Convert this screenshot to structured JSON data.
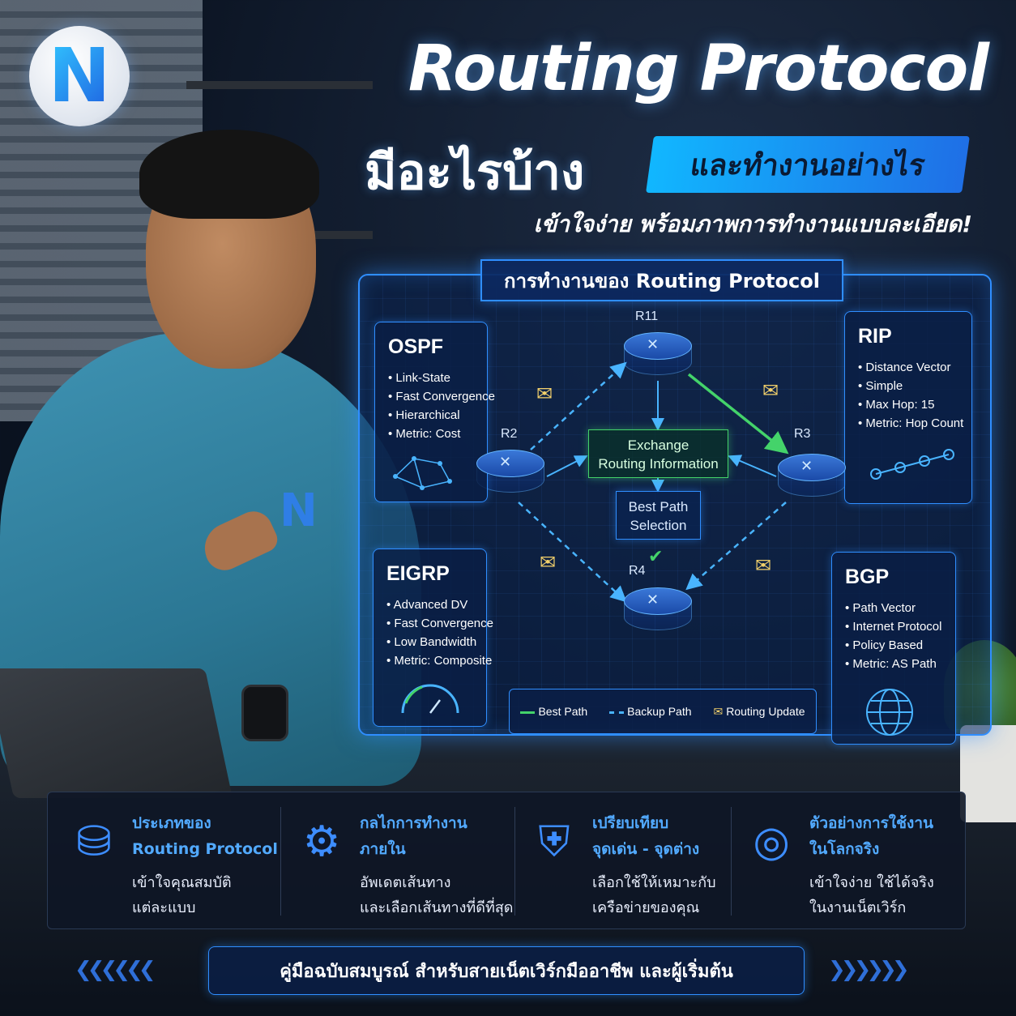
{
  "brand": {
    "logo_letter": "N",
    "accent": "#2f8eff",
    "green": "#44d36a"
  },
  "header": {
    "title": "Routing Protocol",
    "title_line2": "มีอะไรบ้าง",
    "title_tag": "และทำงานอย่างไร",
    "subtitle": "เข้าใจง่าย พร้อมภาพการทำงานแบบละเอียด!"
  },
  "panel": {
    "title": "การทำงานของ Routing Protocol",
    "cards": {
      "ospf": {
        "name": "OSPF",
        "items": [
          "Link-State",
          "Fast Convergence",
          "Hierarchical",
          "Metric: Cost"
        ],
        "icon": "network-graph-icon"
      },
      "rip": {
        "name": "RIP",
        "items": [
          "Distance Vector",
          "Simple",
          "Max Hop: 15",
          "Metric: Hop Count"
        ],
        "icon": "hop-chain-icon"
      },
      "eigrp": {
        "name": "EIGRP",
        "items": [
          "Advanced DV",
          "Fast Convergence",
          "Low Bandwidth",
          "Metric: Composite"
        ],
        "icon": "gauge-icon"
      },
      "bgp": {
        "name": "BGP",
        "items": [
          "Path Vector",
          "Internet Protocol",
          "Policy Based",
          "Metric: AS Path"
        ],
        "icon": "globe-icon"
      }
    },
    "routers": {
      "r1": "R11",
      "r2": "R2",
      "r3": "R3",
      "r4": "R4"
    },
    "center": {
      "exchange": "Exchange\nRouting Information",
      "best": "Best Path\nSelection"
    },
    "legend": {
      "best": "Best Path",
      "backup": "Backup Path",
      "update": "Routing Update"
    }
  },
  "features": [
    {
      "head": "ประเภทของ\nRouting Protocol",
      "desc": "เข้าใจคุณสมบัติ\nแต่ละแบบ",
      "icon": "router-stack-icon"
    },
    {
      "head": "กลไกการทำงาน\nภายใน",
      "desc": "อัพเดตเส้นทาง\nและเลือกเส้นทางที่ดีที่สุด",
      "icon": "monitor-gear-icon"
    },
    {
      "head": "เปรียบเทียบ\nจุดเด่น - จุดต่าง",
      "desc": "เลือกใช้ให้เหมาะกับ\nเครือข่ายของคุณ",
      "icon": "shield-icon"
    },
    {
      "head": "ตัวอย่างการใช้งาน\nในโลกจริง",
      "desc": "เข้าใจง่าย ใช้ได้จริง\nในงานเน็ตเวิร์ก",
      "icon": "target-icon"
    }
  ],
  "footer": {
    "text": "คู่มือฉบับสมบูรณ์ สำหรับสายเน็ตเวิร์กมืออาชีพ และผู้เริ่มต้น"
  }
}
